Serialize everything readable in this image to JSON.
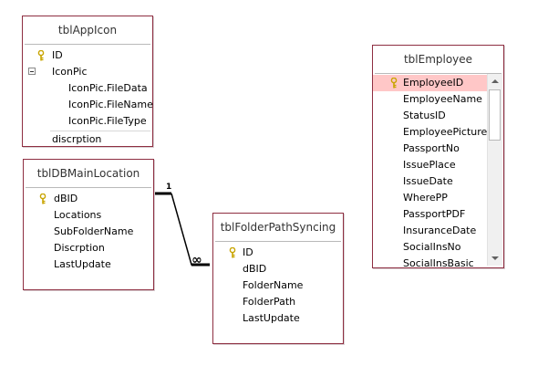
{
  "tables": {
    "appicon": {
      "title": "tblAppIcon",
      "fields": [
        "ID",
        "IconPic",
        "IconPic.FileData",
        "IconPic.FileName",
        "IconPic.FileType",
        "discrption"
      ]
    },
    "mainlocation": {
      "title": "tblDBMainLocation",
      "fields": [
        "dBID",
        "Locations",
        "SubFolderName",
        "Discrption",
        "LastUpdate"
      ]
    },
    "folderpath": {
      "title": "tblFolderPathSyncing",
      "fields": [
        "ID",
        "dBID",
        "FolderName",
        "FolderPath",
        "LastUpdate"
      ]
    },
    "employee": {
      "title": "tblEmployee",
      "fields": [
        "EmployeeID",
        "EmployeeName",
        "StatusID",
        "EmployeePicture",
        "PassportNo",
        "IssuePlace",
        "IssueDate",
        "WherePP",
        "PassportPDF",
        "InsuranceDate",
        "SocialInsNo",
        "SocialInsBasic"
      ]
    }
  },
  "relationship": {
    "one_label": "1",
    "many_label": "∞"
  },
  "icons": {
    "primary_key": "key-icon",
    "expander": "collapse-icon",
    "scroll_up": "scroll-up-arrow-icon",
    "scroll_down": "scroll-down-arrow-icon"
  },
  "colors": {
    "table_border": "#8e2e41",
    "selected_row": "#ffc7c7",
    "key_icon": "#c8a400"
  }
}
